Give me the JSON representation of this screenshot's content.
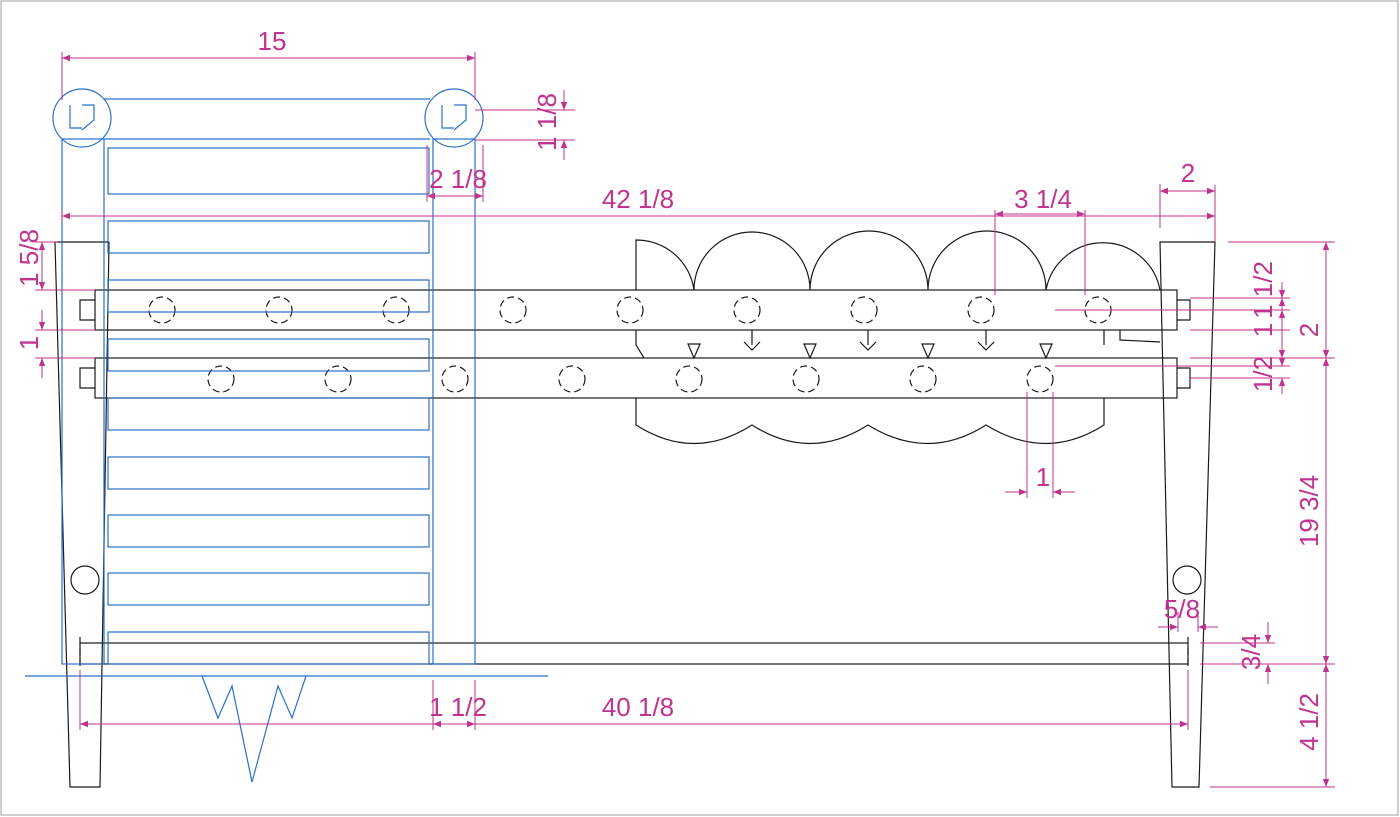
{
  "colors": {
    "outline": "#1a1a1a",
    "blue_part": "#2a6fc9",
    "dimension": "#c0338f",
    "frame": "#bdbdbd"
  },
  "dimensions": {
    "d15": "15",
    "d1_1_8": "1 1/8",
    "d2_1_8": "2 1/8",
    "d42_1_8": "42 1/8",
    "d3_1_4": "3 1/4",
    "d2_top": "2",
    "d1_5_8": "1 5/8",
    "d1_left": "1",
    "d1_1_2_right": "1 1/2",
    "d1_right": "1",
    "d2_right": "2",
    "d1_2_right": "1/2",
    "d1_bottom": "1",
    "d19_3_4": "19 3/4",
    "d5_8": "5/8",
    "d3_4": "3/4",
    "d1_1_2_bottom": "1 1/2",
    "d40_1_8": "40 1/8",
    "d4_1_2": "4 1/2"
  }
}
